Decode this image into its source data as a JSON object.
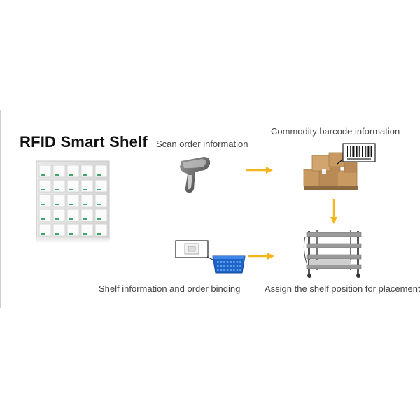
{
  "title": "RFID Smart Shelf",
  "steps": {
    "scan": "Scan order information",
    "commodity": "Commodity barcode information",
    "bind": "Shelf information and order binding",
    "assign": "Assign the shelf position for placement"
  },
  "colors": {
    "arrow": "#f3b71c",
    "title": "#111111",
    "basket": "#1e64c8",
    "box": "#c89a62"
  },
  "icons": {
    "shelf": "shelf-cabinet-icon",
    "scanner": "barcode-scanner-icon",
    "boxes": "cardboard-boxes-icon",
    "barcode_tag": "barcode-label-icon",
    "rack": "storage-rack-icon",
    "basket": "plastic-basket-icon",
    "rfid_tag": "rfid-tag-icon"
  }
}
